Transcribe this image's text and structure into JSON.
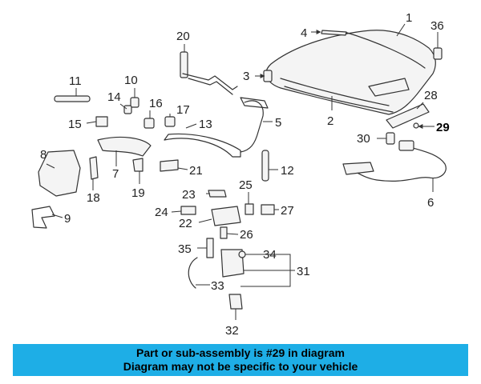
{
  "callouts": [
    "1",
    "2",
    "3",
    "4",
    "5",
    "6",
    "7",
    "8",
    "9",
    "10",
    "11",
    "12",
    "13",
    "14",
    "15",
    "16",
    "17",
    "18",
    "19",
    "20",
    "21",
    "22",
    "23",
    "24",
    "25",
    "26",
    "27",
    "28",
    "29",
    "30",
    "31",
    "32",
    "33",
    "34",
    "35",
    "36"
  ],
  "highlight_part": "29",
  "caption": {
    "line1": "Part or sub-assembly is #29 in diagram",
    "line2": "Diagram may not be specific to your vehicle"
  },
  "colors": {
    "caption_bg": "#1eaee6",
    "line_art": "#333333"
  }
}
